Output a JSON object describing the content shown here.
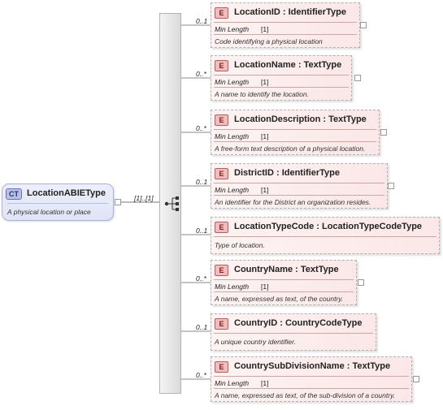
{
  "complex_type": {
    "badge": "CT",
    "name": "LocationABIEType",
    "documentation": "A physical location or place"
  },
  "sequence_multiplicity": "[1]..[1]",
  "elements": [
    {
      "badge": "E",
      "name": "LocationID",
      "type": "IdentifierType",
      "multiplicity": "0..1",
      "facet_label": "Min Length",
      "facet_value": "[1]",
      "documentation": "Code identifying a physical location"
    },
    {
      "badge": "E",
      "name": "LocationName",
      "type": "TextType",
      "multiplicity": "0..*",
      "facet_label": "Min Length",
      "facet_value": "[1]",
      "documentation": "A name to identify the location."
    },
    {
      "badge": "E",
      "name": "LocationDescription",
      "type": "TextType",
      "multiplicity": "0..*",
      "facet_label": "Min Length",
      "facet_value": "[1]",
      "documentation": "A free-form text description of a physical location."
    },
    {
      "badge": "E",
      "name": "DistrictID",
      "type": "IdentifierType",
      "multiplicity": "0..1",
      "facet_label": "Min Length",
      "facet_value": "[1]",
      "documentation": "An identifier for the District an organization resides."
    },
    {
      "badge": "E",
      "name": "LocationTypeCode",
      "type": "LocationTypeCodeType",
      "multiplicity": "0..1",
      "facet_label": "",
      "facet_value": "",
      "documentation": "Type of location."
    },
    {
      "badge": "E",
      "name": "CountryName",
      "type": "TextType",
      "multiplicity": "0..*",
      "facet_label": "Min Length",
      "facet_value": "[1]",
      "documentation": "A name, expressed as text, of the country."
    },
    {
      "badge": "E",
      "name": "CountryID",
      "type": "CountryCodeType",
      "multiplicity": "0..1",
      "facet_label": "",
      "facet_value": "",
      "documentation": "A unique country identifier."
    },
    {
      "badge": "E",
      "name": "CountrySubDivisionName",
      "type": "TextType",
      "multiplicity": "0..*",
      "facet_label": "Min Length",
      "facet_value": "[1]",
      "documentation": "A name, expressed as text, of the sub-division of a country."
    }
  ]
}
